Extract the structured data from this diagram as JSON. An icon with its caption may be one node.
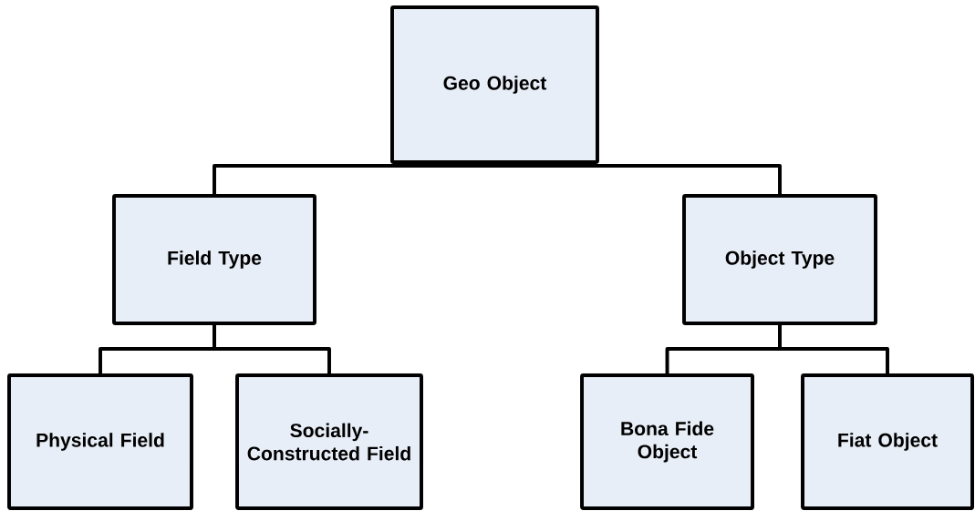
{
  "diagram": {
    "nodes": [
      {
        "text": [
          "Geo Object"
        ]
      },
      {
        "text": [
          "Field Type"
        ]
      },
      {
        "text": [
          "Object Type"
        ]
      },
      {
        "text": [
          "Physical Field"
        ]
      },
      {
        "text": [
          "Socially-Constructed Field"
        ]
      },
      {
        "text": [
          "Bona Fide Object"
        ]
      },
      {
        "text": [
          "Fiat Object"
        ]
      }
    ],
    "edges": [
      {
        "from": 0,
        "to": 1,
        "arrow": "none"
      },
      {
        "from": 0,
        "to": 2,
        "arrow": "none"
      },
      {
        "from": 1,
        "to": 3,
        "arrow": "none"
      },
      {
        "from": 1,
        "to": 4,
        "arrow": "none"
      },
      {
        "from": 2,
        "to": 5,
        "arrow": "none"
      },
      {
        "from": 2,
        "to": 6,
        "arrow": "none"
      }
    ]
  }
}
